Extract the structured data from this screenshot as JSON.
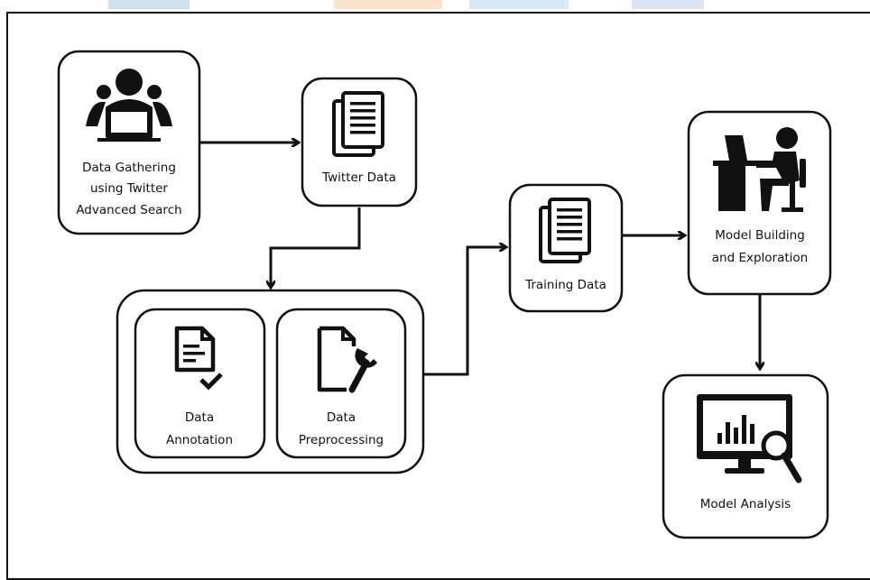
{
  "diagram": {
    "nodes": {
      "data_gathering": {
        "lines": [
          "Data Gathering",
          "using Twitter",
          "Advanced Search"
        ]
      },
      "twitter_data": {
        "lines": [
          "Twitter Data"
        ]
      },
      "data_annotation": {
        "lines": [
          "Data",
          "Annotation"
        ]
      },
      "data_preprocessing": {
        "lines": [
          "Data",
          "Preprocessing"
        ]
      },
      "training_data": {
        "lines": [
          "Training Data"
        ]
      },
      "model_building": {
        "lines": [
          "Model Building",
          "and Exploration"
        ]
      },
      "model_analysis": {
        "lines": [
          "Model Analysis"
        ]
      }
    },
    "icons": {
      "data_gathering": "meeting-group-icon",
      "twitter_data": "documents-icon",
      "data_annotation": "checked-document-icon",
      "data_preprocessing": "file-wrench-icon",
      "training_data": "documents-icon",
      "model_building": "person-at-computer-icon",
      "model_analysis": "monitor-analytics-icon"
    },
    "edges": [
      {
        "from": "data_gathering",
        "to": "twitter_data"
      },
      {
        "from": "twitter_data",
        "to": "preprocessing_group"
      },
      {
        "from": "preprocessing_group",
        "to": "training_data"
      },
      {
        "from": "training_data",
        "to": "model_building"
      },
      {
        "from": "model_building",
        "to": "model_analysis"
      }
    ]
  },
  "colors": {
    "stroke": "#111111",
    "background": "#ffffff",
    "header_strip": [
      "#7aa7d6",
      "#f0b26a",
      "#8fc1e8"
    ]
  }
}
